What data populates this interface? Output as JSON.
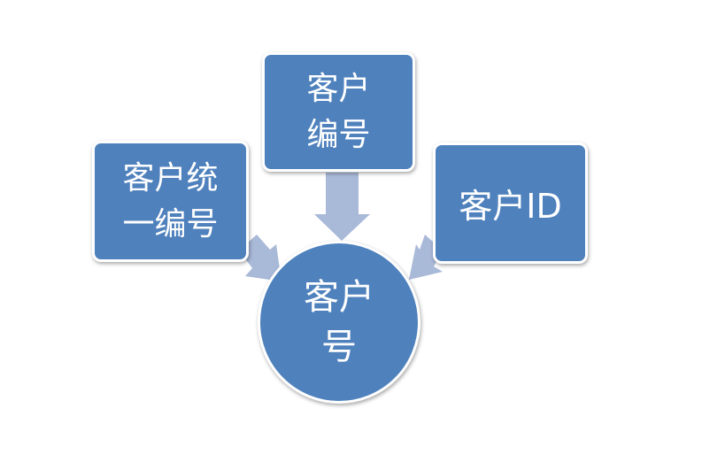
{
  "nodes": {
    "top": {
      "line1": "客户",
      "line2": "编号"
    },
    "left": {
      "line1": "客户统",
      "line2": "一编号"
    },
    "right": {
      "line1": "客户ID"
    },
    "center": {
      "line1": "客户",
      "line2": "号"
    }
  },
  "colors": {
    "fill": "#4f81bd",
    "arrow": "#a9b9d8"
  }
}
